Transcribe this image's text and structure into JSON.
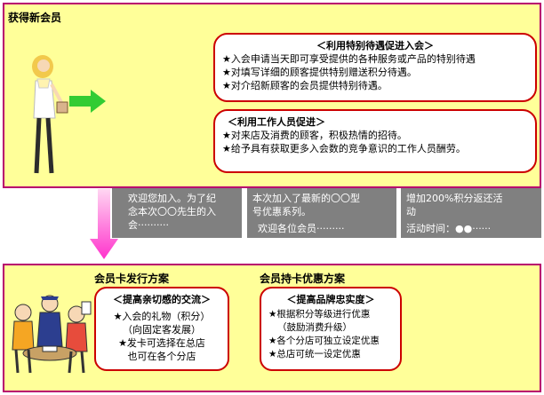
{
  "top_panel": {
    "title": "获得新会员",
    "box1": {
      "heading": "＜利用特别待遇促进入会＞",
      "lines": [
        "★入会申请当天即可享受提供的各种服务或产品的特别待遇",
        "★对填写详细的顾客提供特别赠送积分待遇。",
        "★对介绍新顾客的会员提供特别待遇。"
      ]
    },
    "box2": {
      "heading": "＜利用工作人员促进＞",
      "lines": [
        "★对来店及消费的顾客，积极热情的招待。",
        "★给予具有获取更多入会数的竞争意识的工作人员酬劳。"
      ]
    }
  },
  "gray_boxes": [
    {
      "lines": [
        "欢迎您加入。为了纪",
        "念本次〇〇先生的入",
        "会··········"
      ]
    },
    {
      "lines": [
        "本次加入了最新的〇〇型",
        "号优惠系列。",
        "欢迎各位会员·········"
      ]
    },
    {
      "lines": [
        "增加200%积分返还活",
        "动",
        "活动时间：●●······"
      ]
    }
  ],
  "bottom_panel": {
    "title_left": "会员卡发行方案",
    "title_right": "会员持卡优惠方案",
    "box3": {
      "heading": "＜提高亲切感的交流＞",
      "lines": [
        "★入会的礼物（积分）",
        "（向固定客发展）",
        "★发卡可选择在总店",
        "也可在各个分店"
      ]
    },
    "box4": {
      "heading": "＜提高品牌忠实度＞",
      "lines": [
        "★根据积分等级进行优惠",
        "（鼓励消费升级）",
        "★各个分店可独立设定优惠",
        "★总店可统一设定优惠"
      ]
    }
  },
  "colors": {
    "panel_bg": "#ffff99",
    "panel_border": "#b8006e",
    "box_border": "#cc0000",
    "arrow_green": "#33cc33",
    "arrow_pink": "#ff33cc",
    "gray": "#808080"
  }
}
